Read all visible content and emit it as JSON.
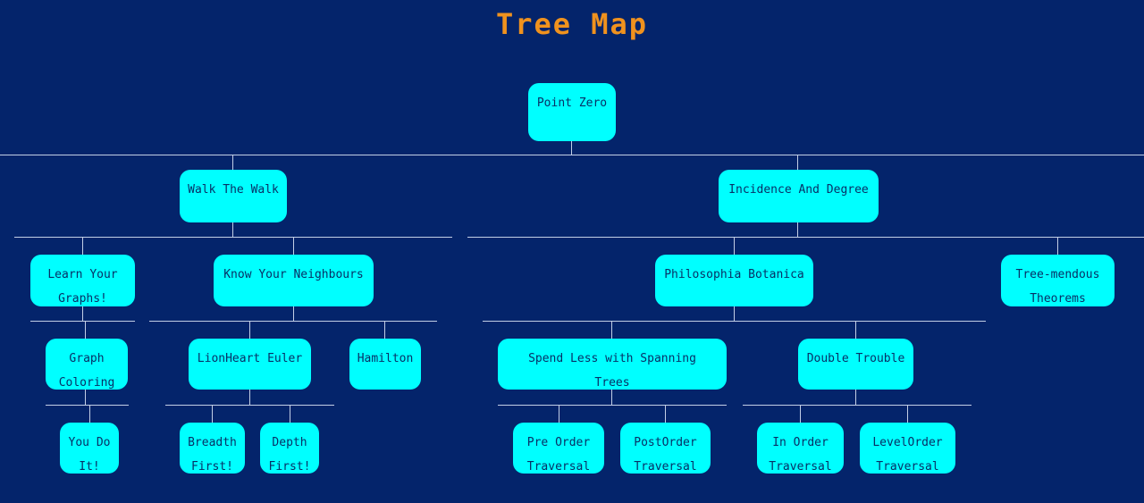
{
  "page": {
    "title": "Tree Map",
    "title_color": "#f0921e",
    "background_color": "#04246b",
    "node_fill_color": "#00ffff",
    "node_text_color": "#083066",
    "connector_color": "#c3cfe6"
  },
  "tree": {
    "root": {
      "label": "Point Zero"
    },
    "level2": [
      {
        "label": "Walk The Walk"
      },
      {
        "label": "Incidence And Degree"
      }
    ],
    "level3": [
      {
        "label": "Learn Your\nGraphs!"
      },
      {
        "label": "Know Your Neighbours"
      },
      {
        "label": "Philosophia Botanica"
      },
      {
        "label": "Tree-mendous\nTheorems"
      }
    ],
    "level4": [
      {
        "label": "Graph\nColoring"
      },
      {
        "label": "LionHeart Euler"
      },
      {
        "label": "Hamilton"
      },
      {
        "label": "Spend Less with Spanning\nTrees"
      },
      {
        "label": "Double Trouble"
      }
    ],
    "level5": [
      {
        "label": "You Do\nIt!"
      },
      {
        "label": "Breadth\nFirst!"
      },
      {
        "label": "Depth\nFirst!"
      },
      {
        "label": "Pre Order\nTraversal"
      },
      {
        "label": "PostOrder\nTraversal"
      },
      {
        "label": "In Order\nTraversal"
      },
      {
        "label": "LevelOrder\nTraversal"
      }
    ]
  }
}
